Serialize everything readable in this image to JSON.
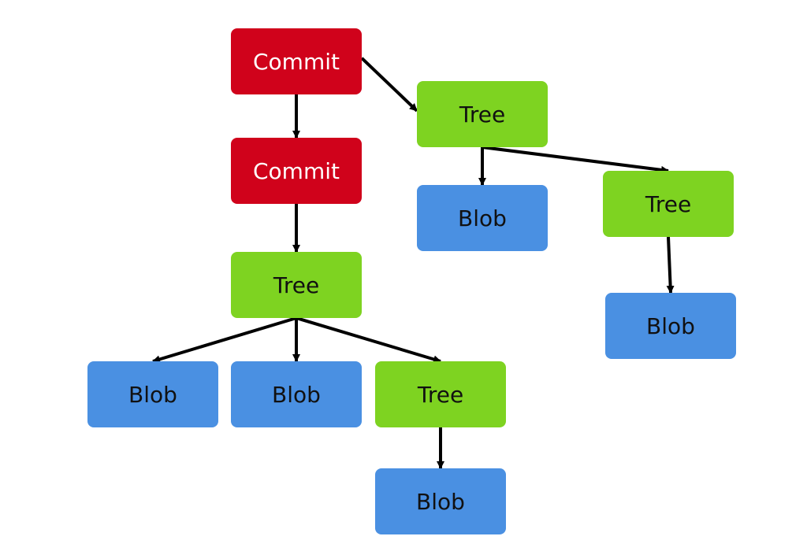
{
  "colors": {
    "commit": "#d0021b",
    "tree": "#7ed321",
    "blob": "#4a90e2",
    "arrow": "#000000"
  },
  "nodes": {
    "commit1": {
      "label": "Commit",
      "kind": "commit"
    },
    "commit2": {
      "label": "Commit",
      "kind": "commit"
    },
    "tree_top": {
      "label": "Tree",
      "kind": "tree"
    },
    "blob_top": {
      "label": "Blob",
      "kind": "blob"
    },
    "tree_right": {
      "label": "Tree",
      "kind": "tree"
    },
    "blob_right": {
      "label": "Blob",
      "kind": "blob"
    },
    "tree_mid": {
      "label": "Tree",
      "kind": "tree"
    },
    "blob_a": {
      "label": "Blob",
      "kind": "blob"
    },
    "blob_b": {
      "label": "Blob",
      "kind": "blob"
    },
    "tree_low": {
      "label": "Tree",
      "kind": "tree"
    },
    "blob_low": {
      "label": "Blob",
      "kind": "blob"
    }
  },
  "edges": [
    {
      "from": "commit1",
      "to": "commit2"
    },
    {
      "from": "commit1",
      "to": "tree_top"
    },
    {
      "from": "tree_top",
      "to": "blob_top"
    },
    {
      "from": "tree_top",
      "to": "tree_right"
    },
    {
      "from": "tree_right",
      "to": "blob_right"
    },
    {
      "from": "commit2",
      "to": "tree_mid"
    },
    {
      "from": "tree_mid",
      "to": "blob_a"
    },
    {
      "from": "tree_mid",
      "to": "blob_b"
    },
    {
      "from": "tree_mid",
      "to": "tree_low"
    },
    {
      "from": "tree_low",
      "to": "blob_low"
    }
  ]
}
